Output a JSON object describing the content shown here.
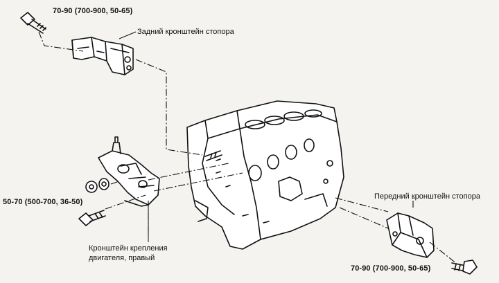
{
  "labels": {
    "rear_torque": "70-90 (700-900, 50-65)",
    "rear_bracket": "Задний кронштейн стопора",
    "left_torque": "50-70 (500-700, 36-50)",
    "left_bracket_line1": "Кронштейн крепления",
    "left_bracket_line2": "двигателя, правый",
    "front_bracket": "Передний кронштейн стопора",
    "front_torque": "70-90 (700-900, 50-65)"
  },
  "colors": {
    "ink": "#111111",
    "paper": "#f4f3ef"
  }
}
